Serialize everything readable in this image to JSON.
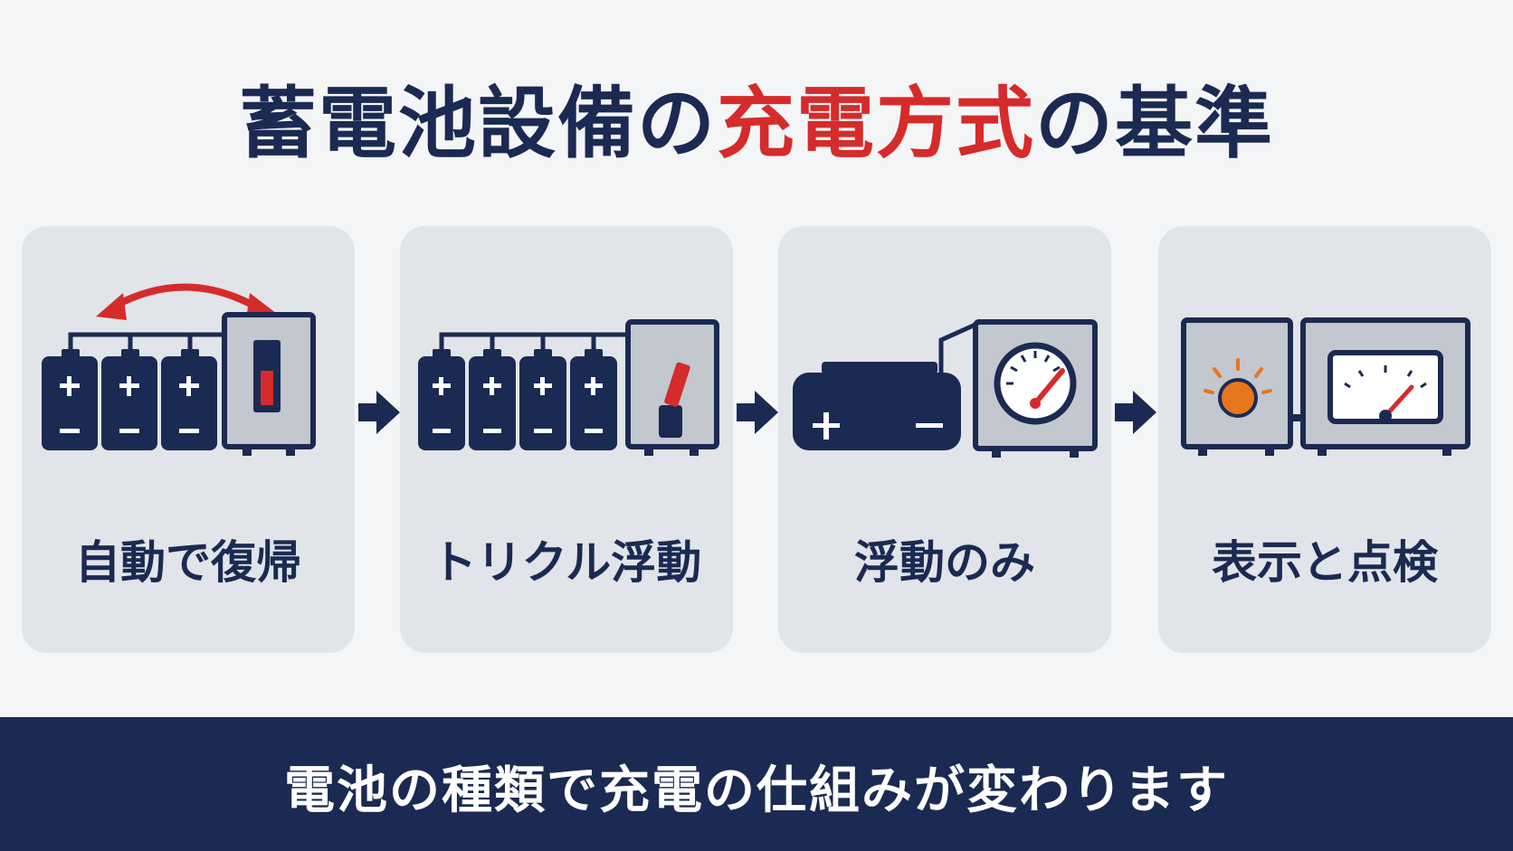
{
  "title": {
    "part1": "蓄電池設備の",
    "accent": "充電方式",
    "part2": "の基準"
  },
  "cards": [
    {
      "label": "自動で復帰"
    },
    {
      "label": "トリクル浮動"
    },
    {
      "label": "浮動のみ"
    },
    {
      "label": "表示と点検"
    }
  ],
  "footer": {
    "text": "電池の種類で充電の仕組みが変わります"
  },
  "colors": {
    "navy": "#1b2a52",
    "red": "#d52b2b",
    "card": "#e1e4e9",
    "panel": "#c3c7ce",
    "orange": "#e8761c"
  }
}
